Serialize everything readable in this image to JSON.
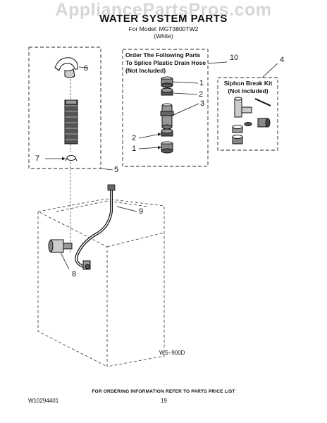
{
  "watermark": "AppliancePartsPros.com",
  "header": {
    "title": "WATER SYSTEM PARTS",
    "model": "For Model: MGT3800TW2",
    "color": "(White)"
  },
  "splice_box": {
    "line1": "Order The Following Parts",
    "line2": "To Splice Plastic Drain Hose",
    "line3": "(Not Included)"
  },
  "siphon_box": {
    "line1": "Siphon Break Kit",
    "line2": "(Not Included)"
  },
  "callouts": {
    "c6": "6",
    "c7": "7",
    "c5": "5",
    "c10": "10",
    "c4": "4",
    "c1a": "1",
    "c2a": "2",
    "c3": "3",
    "c2b": "2",
    "c1b": "1",
    "c9": "9",
    "c8": "8"
  },
  "diagram_code": "WS–900D",
  "footer": {
    "notice": "FOR ORDERING INFORMATION REFER TO PARTS PRICE LIST",
    "doc_number": "W10294401",
    "page": "19"
  }
}
